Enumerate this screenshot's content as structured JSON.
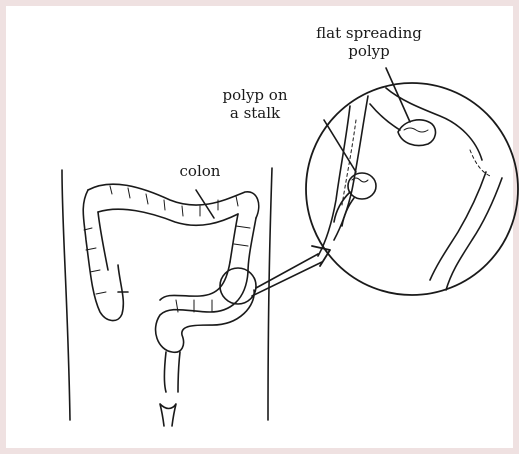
{
  "labels": {
    "colon": "colon",
    "polyp_stalk_line1": "polyp on",
    "polyp_stalk_line2": "a stalk",
    "flat_polyp_line1": "flat spreading",
    "flat_polyp_line2": "polyp"
  },
  "colors": {
    "frame_border": "#efe1e1",
    "ink": "#1a1a1a",
    "background": "#ffffff"
  }
}
